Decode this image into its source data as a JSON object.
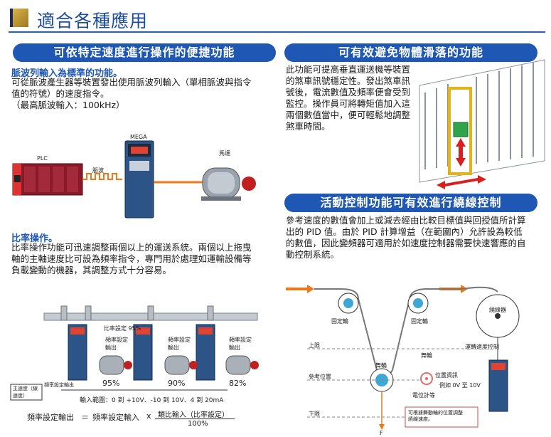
{
  "header": {
    "title": "適合各種應用"
  },
  "left": {
    "pill": "可依特定速度進行操作的便捷功能",
    "pulse": {
      "subhead": "脈波列輸入為標準的功能。",
      "lines": [
        "可從脈波產生器等裝置發出使用脈波列輸入（單相脈波與指令",
        "值的符號）的速度指令。",
        "（最高脈波輸入：100kHz）"
      ],
      "diagram": {
        "plc": "PLC",
        "mega": "MEGA",
        "pulse": "脈波",
        "motor": "馬達"
      }
    },
    "ratio": {
      "subhead": "比率操作。",
      "lines": [
        "比率操作功能可迅速調整兩個以上的運送系統。兩個以上拖曳",
        "軸的主軸速度比可設為頻率指令，專門用於處理如運輸設備等",
        "負載變動的機器，其調整方式十分容易。"
      ],
      "diagram": {
        "ratio_setting": "比率設定 95%",
        "freq_setting": "頻率設定\n輸出",
        "pcts": [
          "95%",
          "90%",
          "82%"
        ],
        "main_speed": "主速度（線\n速度）",
        "freq_output": "頻率設定輸出",
        "input_range": "輸入範圍：0 到 +10V、-10 到 10V、4 到 20mA"
      },
      "formula": {
        "lhs": "頻率設定輸出",
        "eq": "＝",
        "rhs": "頻率設定輸入",
        "times": "x",
        "num": "類比輸入（比率設定）",
        "den": "100%"
      }
    }
  },
  "right": {
    "pill1": "可有效避免物體滑落的功能",
    "brake_lines": [
      "此功能可提高垂直運送機等裝置",
      "的煞車訊號穩定性。發出煞車訊",
      "號後，電流數值及頻率便會受到",
      "監控。操作員可將轉矩值加入這",
      "兩個數值當中，便可輕鬆地調整",
      "煞車時間。"
    ],
    "pill2": "活動控制功能可有效進行繞線控制",
    "pid_lines": [
      "參考速度的數值會加上或減去經由比較目標值與回授值所計算",
      "出的 PID 值。由於 PID 計算增益（在範圍內）允許設為較低",
      "的數值，因此變頻器可適用於如速度控制器需要快速響應的自",
      "動控制系統。"
    ],
    "winding": {
      "fixed1": "固定輪",
      "fixed2": "固定輪",
      "winder": "繞線器",
      "upper": "上限",
      "dancer1": "舞輪",
      "dancer2": "舞輪",
      "ref_pos": "參考位置",
      "rot_ctrl": "運轉速度控制",
      "pos_info": "位置資訊",
      "example": "例如 0V 至 10V",
      "pot": "電位計等",
      "lower": "下限",
      "note": "可根據舞動輪的位置調整\n繞線速度。",
      "force": "F"
    }
  }
}
